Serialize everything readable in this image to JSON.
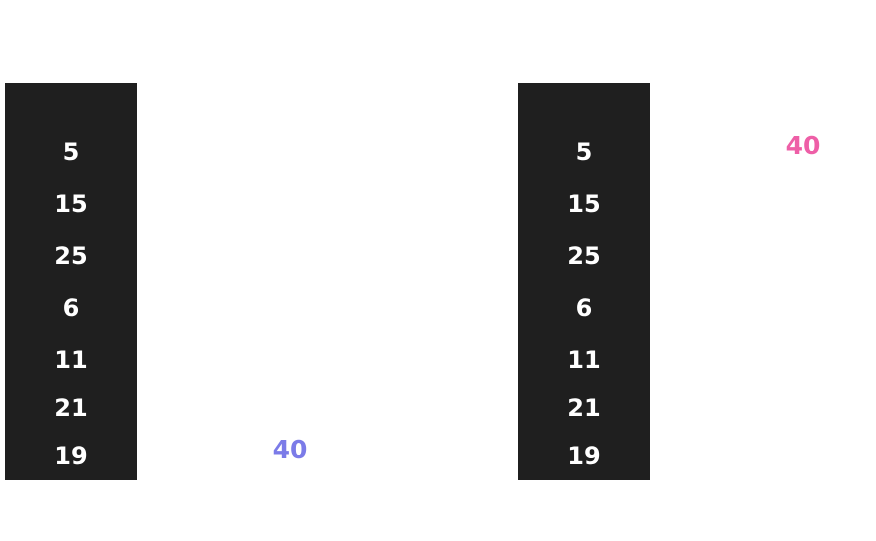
{
  "left_column": {
    "values": [
      "5",
      "15",
      "25",
      "6",
      "11",
      "21",
      "19"
    ]
  },
  "right_column": {
    "values": [
      "5",
      "15",
      "25",
      "6",
      "11",
      "21",
      "19"
    ]
  },
  "left_marker": {
    "value": "40",
    "color": "#7b7be8"
  },
  "right_marker": {
    "value": "40",
    "color": "#ee5fa7"
  },
  "colors": {
    "column_background": "#1f1f1f",
    "number_text": "#ffffff",
    "page_background": "#ffffff"
  }
}
